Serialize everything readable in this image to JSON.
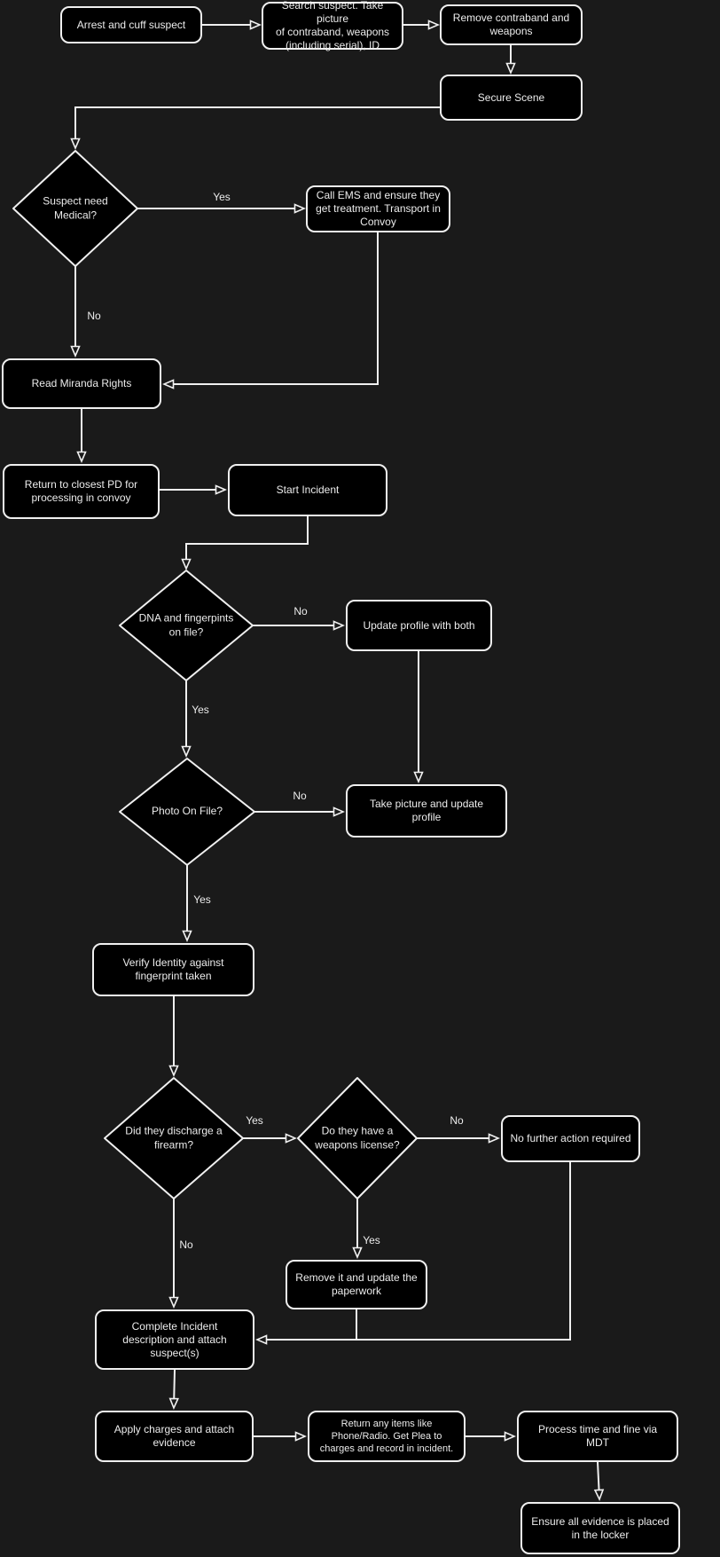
{
  "diagram": {
    "type": "flowchart",
    "theme": "dark",
    "colors": {
      "canvas_bg": "#1a1a1a",
      "shape_fill": "#000000",
      "shape_stroke": "#f0f0f0",
      "text": "#ececec"
    }
  },
  "nodes": [
    {
      "id": "arrest",
      "type": "process",
      "label": "Arrest and cuff suspect"
    },
    {
      "id": "search",
      "type": "process",
      "label": "Search suspect. Take picture\nof contraband, weapons\n(including serial), ID"
    },
    {
      "id": "remove-contraband",
      "type": "process",
      "label": "Remove contraband and\nweapons"
    },
    {
      "id": "secure-scene",
      "type": "process",
      "label": "Secure Scene"
    },
    {
      "id": "suspect-need-medical",
      "type": "decision",
      "label": "Suspect need\nMedical?"
    },
    {
      "id": "call-ems",
      "type": "process",
      "label": "Call EMS and ensure they\nget treatment. Transport in\nConvoy"
    },
    {
      "id": "read-miranda",
      "type": "process",
      "label": "Read Miranda Rights"
    },
    {
      "id": "return-to-pd",
      "type": "process",
      "label": "Return to closest PD for\nprocessing in convoy"
    },
    {
      "id": "start-incident",
      "type": "process",
      "label": "Start Incident"
    },
    {
      "id": "dna-fingerprints-on-file",
      "type": "decision",
      "label": "DNA and fingerpints\non file?"
    },
    {
      "id": "update-profile-both",
      "type": "process",
      "label": "Update profile with both"
    },
    {
      "id": "photo-on-file",
      "type": "decision",
      "label": "Photo On File?"
    },
    {
      "id": "take-picture-update",
      "type": "process",
      "label": "Take picture and update\nprofile"
    },
    {
      "id": "verify-identity",
      "type": "process",
      "label": "Verify Identity against\nfingerprint taken"
    },
    {
      "id": "discharge-firearm",
      "type": "decision",
      "label": "Did they discharge a\nfirearm?"
    },
    {
      "id": "weapons-license",
      "type": "decision",
      "label": "Do they have a\nweapons license?"
    },
    {
      "id": "no-further-action",
      "type": "process",
      "label": "No further action required"
    },
    {
      "id": "remove-update-paperwork",
      "type": "process",
      "label": "Remove it and update the\npaperwork"
    },
    {
      "id": "complete-incident",
      "type": "process",
      "label": "Complete Incident\ndescription and attach\nsuspect(s)"
    },
    {
      "id": "apply-charges",
      "type": "process",
      "label": "Apply charges and attach\nevidence"
    },
    {
      "id": "return-items",
      "type": "process",
      "label": "Return any items like\nPhone/Radio. Get Plea to\ncharges and record in incident."
    },
    {
      "id": "process-time-fine",
      "type": "process",
      "label": "Process time and fine via\nMDT"
    },
    {
      "id": "ensure-evidence-locker",
      "type": "process",
      "label": "Ensure all evidence is placed\nin the locker"
    }
  ],
  "edge_labels": [
    {
      "edge": "medical-to-ems",
      "text": "Yes"
    },
    {
      "edge": "medical-to-miranda",
      "text": "No"
    },
    {
      "edge": "dna-to-update",
      "text": "No"
    },
    {
      "edge": "dna-to-photo",
      "text": "Yes"
    },
    {
      "edge": "photo-to-takepicture",
      "text": "No"
    },
    {
      "edge": "photo-to-verify",
      "text": "Yes"
    },
    {
      "edge": "firearm-to-license",
      "text": "Yes"
    },
    {
      "edge": "license-to-nofurther",
      "text": "No"
    },
    {
      "edge": "license-to-paperwork",
      "text": "Yes"
    },
    {
      "edge": "firearm-to-complete",
      "text": "No"
    }
  ]
}
